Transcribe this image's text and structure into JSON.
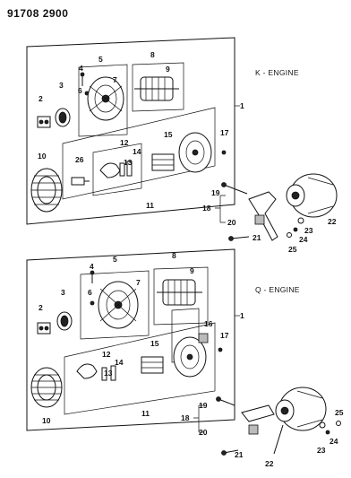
{
  "header": {
    "code": "91708 2900"
  },
  "labels": {
    "k_engine": "K - ENGINE",
    "q_engine": "Q - ENGINE"
  },
  "callouts_top": [
    "1",
    "2",
    "3",
    "4",
    "5",
    "6",
    "7",
    "8",
    "9",
    "10",
    "11",
    "12",
    "13",
    "14",
    "15",
    "17",
    "19",
    "18",
    "20",
    "21",
    "22",
    "23",
    "24",
    "25",
    "26"
  ],
  "callouts_bottom": [
    "1",
    "2",
    "3",
    "4",
    "5",
    "6",
    "7",
    "8",
    "9",
    "10",
    "11",
    "12",
    "13",
    "14",
    "15",
    "16",
    "17",
    "19",
    "18",
    "20",
    "21",
    "22",
    "23",
    "24",
    "25"
  ]
}
